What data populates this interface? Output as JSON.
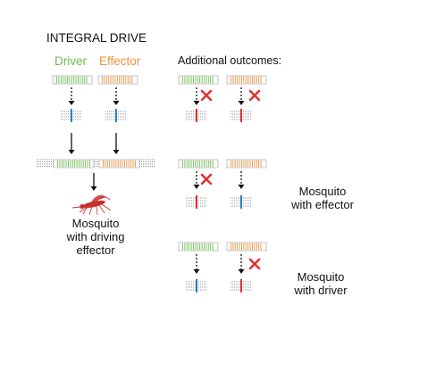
{
  "title": "INTEGRAL DRIVE",
  "legend": {
    "driver": "Driver",
    "effector": "Effector"
  },
  "additional_title": "Additional outcomes:",
  "outcomes": {
    "main": [
      "Mosquito",
      "with driving",
      "effector"
    ],
    "effector_only": [
      "Mosquito",
      "with effector"
    ],
    "driver_only": [
      "Mosquito",
      "with driver"
    ]
  },
  "colors": {
    "driver": "#6cbf4a",
    "effector": "#f0913a",
    "intact_site": "#2e7fc1",
    "cut_failed": "#e23232",
    "dna": "#9a9a9a",
    "mosquito": "#c8312a"
  },
  "icons": [
    "dashed-arrow-icon",
    "solid-arrow-icon",
    "red-x-icon",
    "mosquito-icon"
  ]
}
